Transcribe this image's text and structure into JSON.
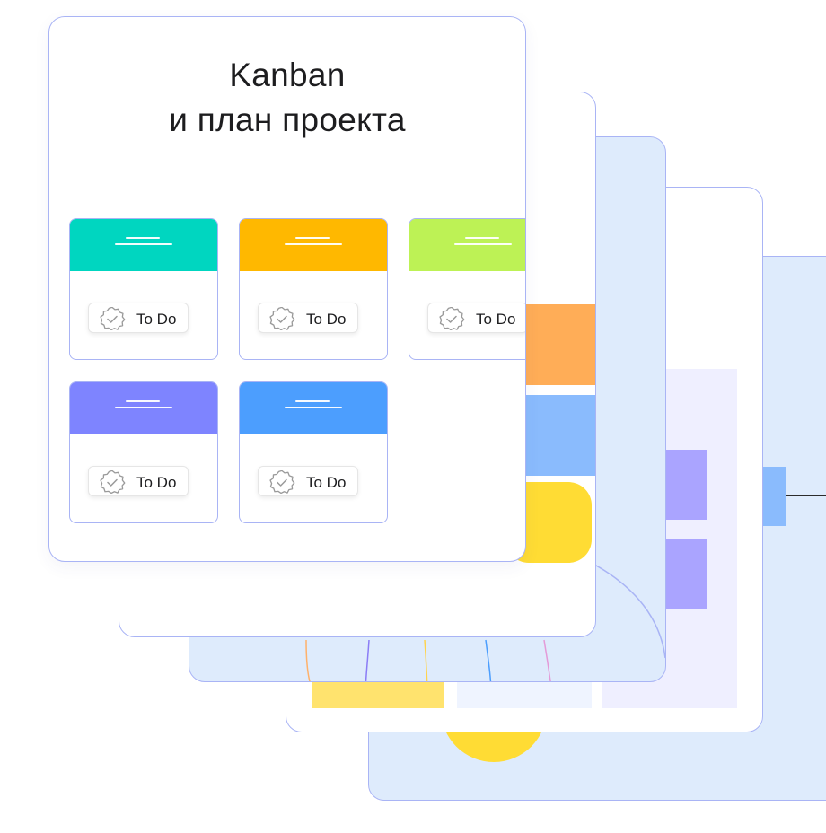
{
  "title": {
    "line1": "Kanban",
    "line2": "и план проекта"
  },
  "cards": [
    {
      "color": "#00d6c0",
      "label": "To Do"
    },
    {
      "color": "#ffb800",
      "label": "To Do"
    },
    {
      "color": "#bdf255",
      "label": "To Do"
    },
    {
      "color": "#7e84ff",
      "label": "To Do"
    },
    {
      "color": "#4c9efe",
      "label": "To Do"
    }
  ],
  "colors": {
    "border": "#a9b4f5",
    "layer_blue": "#deebfc",
    "orange": "#ffad57",
    "light_blue": "#8abbfd",
    "yellow": "#ffdc34",
    "purple_sticky": "#aaa4ff",
    "lavender_panel": "#efefff"
  }
}
